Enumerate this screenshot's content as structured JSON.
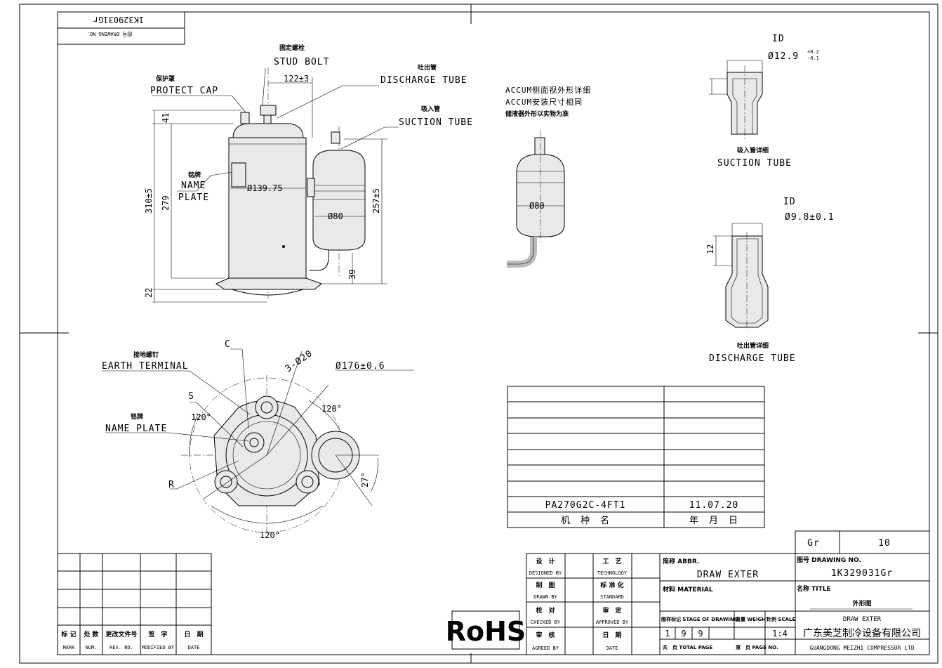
{
  "drawing_no_box": {
    "label": "图号 DRAWING NO.",
    "value": "1K329031Gr"
  },
  "front_view": {
    "protect_cap_cn": "保护罩",
    "protect_cap": "PROTECT CAP",
    "stud_bolt_cn": "固定螺栓",
    "stud_bolt": "STUD BOLT",
    "discharge_cn": "吐出管",
    "discharge": "DISCHARGE TUBE",
    "suction_cn": "吸入管",
    "suction": "SUCTION TUBE",
    "name_plate_cn": "铭牌",
    "name_plate_1": "NAME",
    "name_plate_2": "PLATE",
    "dim_122": "122±3",
    "dim_41": "41",
    "dim_279": "279",
    "dim_310": "310±5",
    "dim_22": "22",
    "dim_dia139": "Ø139.75",
    "dim_dia80": "Ø80",
    "dim_257": "257±5",
    "dim_39": "39"
  },
  "accum": {
    "note_1": "ACCUM侧面视外形详细",
    "note_2": "ACCUM安装尺寸相同",
    "note_3": "储液器外形以实物为准",
    "dim_dia80": "Ø80"
  },
  "suction_detail": {
    "id": "ID",
    "dia": "Ø12.9",
    "tol_up": "+0.2",
    "tol_dn": "-0.1",
    "title_cn": "吸入管详细",
    "title": "SUCTION TUBE"
  },
  "discharge_detail": {
    "id": "ID",
    "dia": "Ø9.8±0.1",
    "dim_12": "12",
    "title_cn": "吐出管详细",
    "title": "DISCHARGE TUBE"
  },
  "top_view": {
    "earth_cn": "接地螺钉",
    "earth": "EARTH TERMINAL",
    "name_plate_cn": "铭牌",
    "name_plate": "NAME PLATE",
    "c": "C",
    "s": "S",
    "r": "R",
    "dim_3d20": "3-Ø20",
    "dim_176": "Ø176±0.6",
    "ang_120a": "120°",
    "ang_120b": "120°",
    "ang_120c": "120°",
    "ang_27": "27°"
  },
  "model_table": {
    "model": "PA270G2C-4FT1",
    "date": "11.07.20",
    "col1_label": "机　种　名",
    "col2_label": "年　月　日"
  },
  "revision_table": {
    "headers": [
      {
        "cn": "标 记",
        "en": "MARK"
      },
      {
        "cn": "处 数",
        "en": "NUM."
      },
      {
        "cn": "更改文件号",
        "en": "REV. NO."
      },
      {
        "cn": "签　字",
        "en": "MODIFIED BY"
      },
      {
        "cn": "日　期",
        "en": "DATE"
      }
    ]
  },
  "rohs": "RoHS",
  "title_block": {
    "gr": "Gr",
    "gr_value": "10",
    "designed_cn": "设　计",
    "designed": "DESIGNED BY",
    "drawn_cn": "制　图",
    "drawn": "DRAWN BY",
    "checked_cn": "校　对",
    "checked": "CHECKED BY",
    "agreed_cn": "审　核",
    "agreed": "AGREED BY",
    "tech_cn": "工　艺",
    "tech": "TECHNOLOGY",
    "std_cn": "标 准 化",
    "std": "STANDARD",
    "approved_cn": "审　定",
    "approved": "APPROVED BY",
    "date_cn": "日　期",
    "date": "DATE",
    "abbr_label": "简称 ABBR.",
    "abbr_value": "DRAW EXTER",
    "material_label": "材料 MATERIAL",
    "stage_label": "图样标记 STAGE OF DRAWING",
    "weight_label": "重量 WEIGHT",
    "scale_label": "比例 SCALE",
    "stage_1": "1",
    "stage_2": "9",
    "stage_3": "9",
    "scale": "1:4",
    "total_label": "共　页 TOTAL PAGE",
    "page_label": "第　页 PAGE NO.",
    "drawing_no_label": "图号 DRAWING NO.",
    "drawing_no": "1K329031Gr",
    "title_label": "名称 TITLE",
    "title_cn": "外形图",
    "title": "DRAW EXTER",
    "company_cn": "广东美芝制冷设备有限公司",
    "company": "GUANGDONG MEIZHI COMPRESSOR LTD"
  }
}
